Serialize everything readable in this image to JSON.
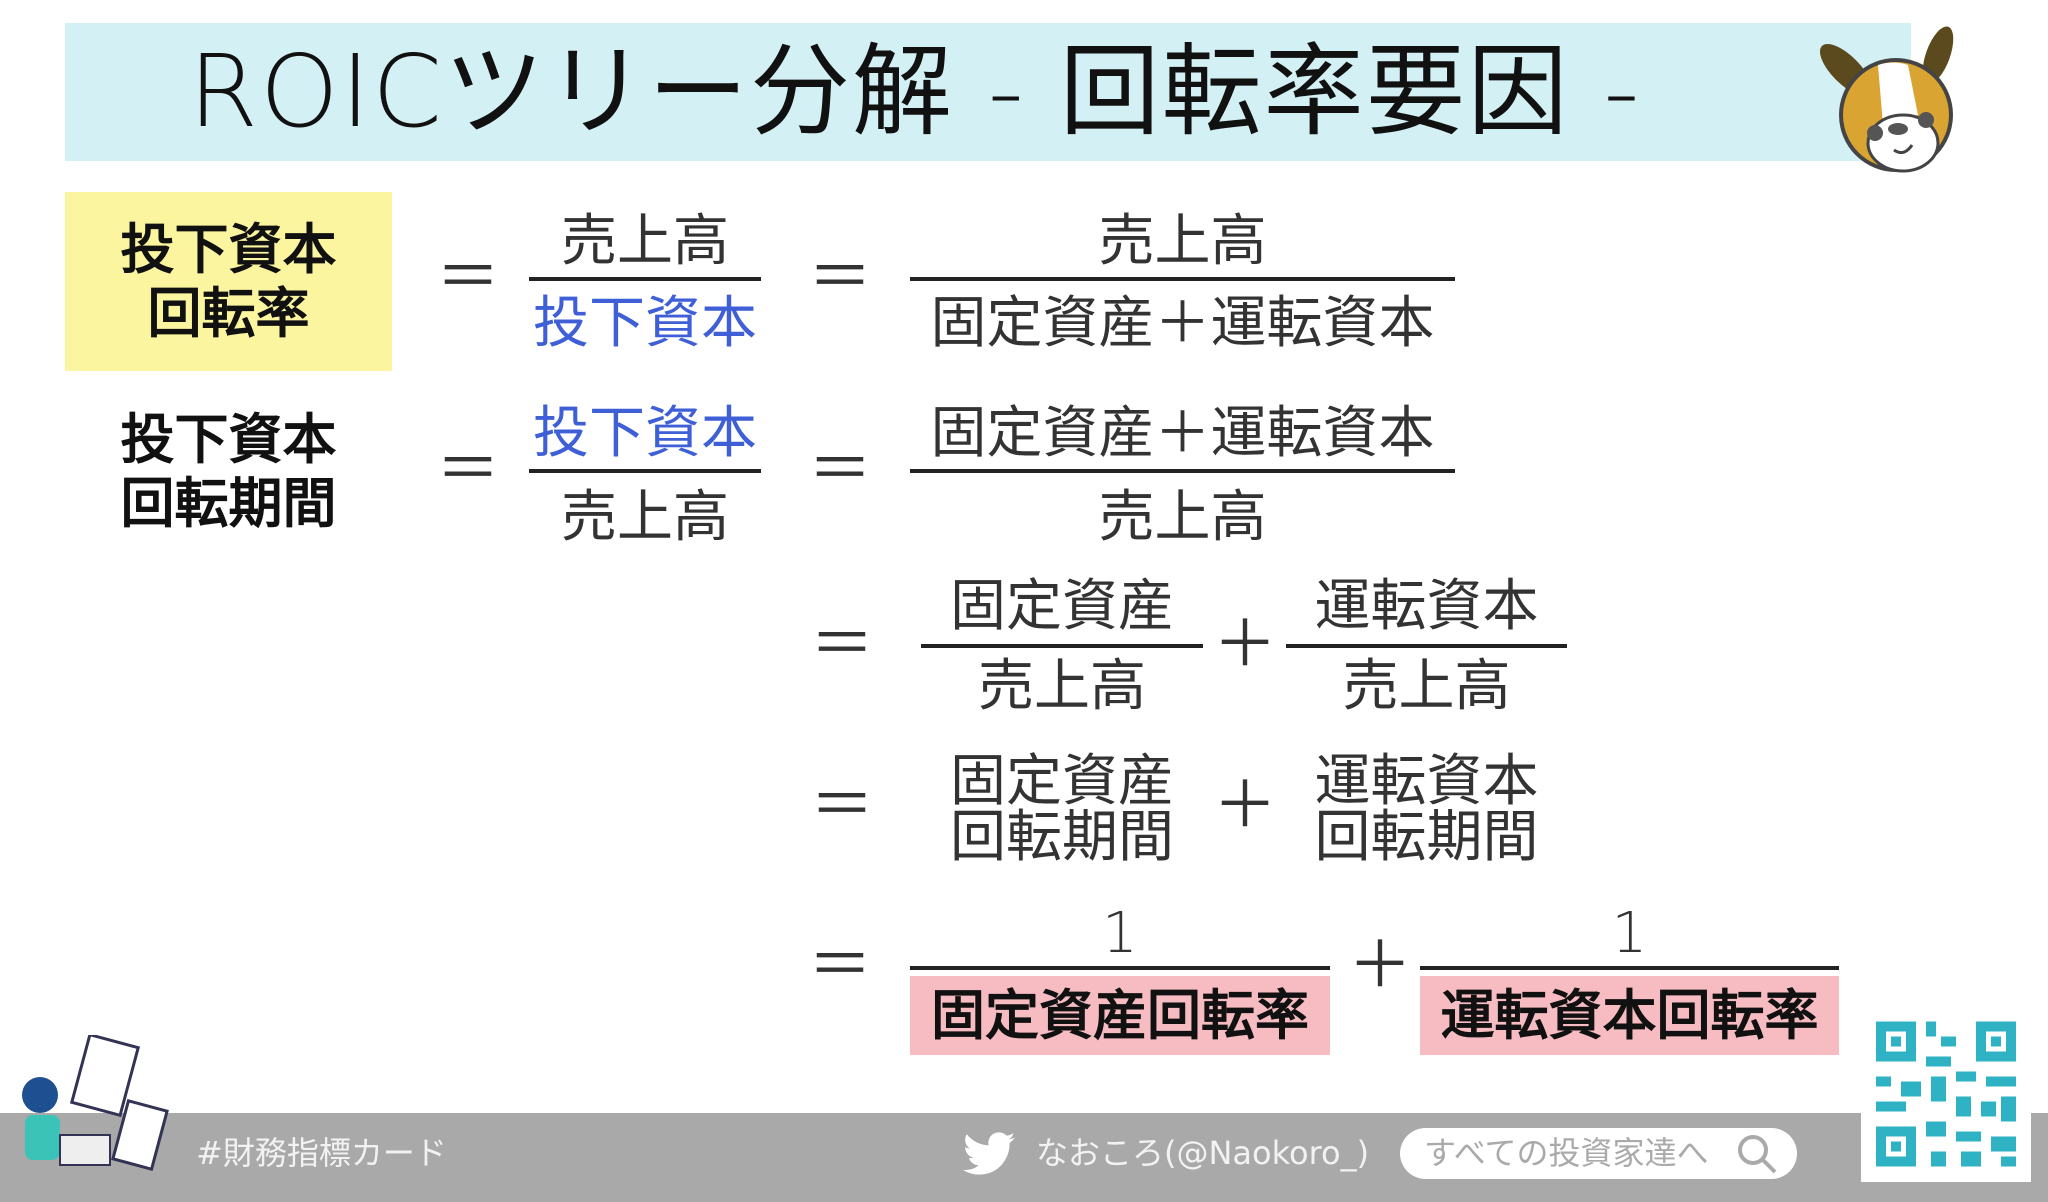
{
  "header": {
    "title": "ROICツリー分解 - 回転率要因 -",
    "mascot_icon": "dog-mascot-icon"
  },
  "labels": {
    "turnover_rate": [
      "投下資本",
      "回転率"
    ],
    "turnover_period": [
      "投下資本",
      "回転期間"
    ]
  },
  "terms": {
    "sales": "売上高",
    "invested_capital": "投下資本",
    "fixed_plus_working": "固定資産＋運転資本",
    "fixed_assets": "固定資産",
    "working_capital": "運転資本",
    "period": "回転期間",
    "one": "1",
    "fixed_turnover": "固定資産回転率",
    "working_turnover": "運転資本回転率",
    "equals": "＝",
    "plus": "＋"
  },
  "footer": {
    "hashtag": "#財務指標カード",
    "twitter": "なおころ(@Naokoro_)",
    "search_text": "すべての投資家達へ"
  },
  "colors": {
    "title_band": "#d3f0f4",
    "label_highlight": "#fbf5a0",
    "result_highlight": "#f7bcc2",
    "blue_text": "#3e5fd6",
    "footer": "#a9a9a9",
    "qr": "#2fb3c4"
  }
}
